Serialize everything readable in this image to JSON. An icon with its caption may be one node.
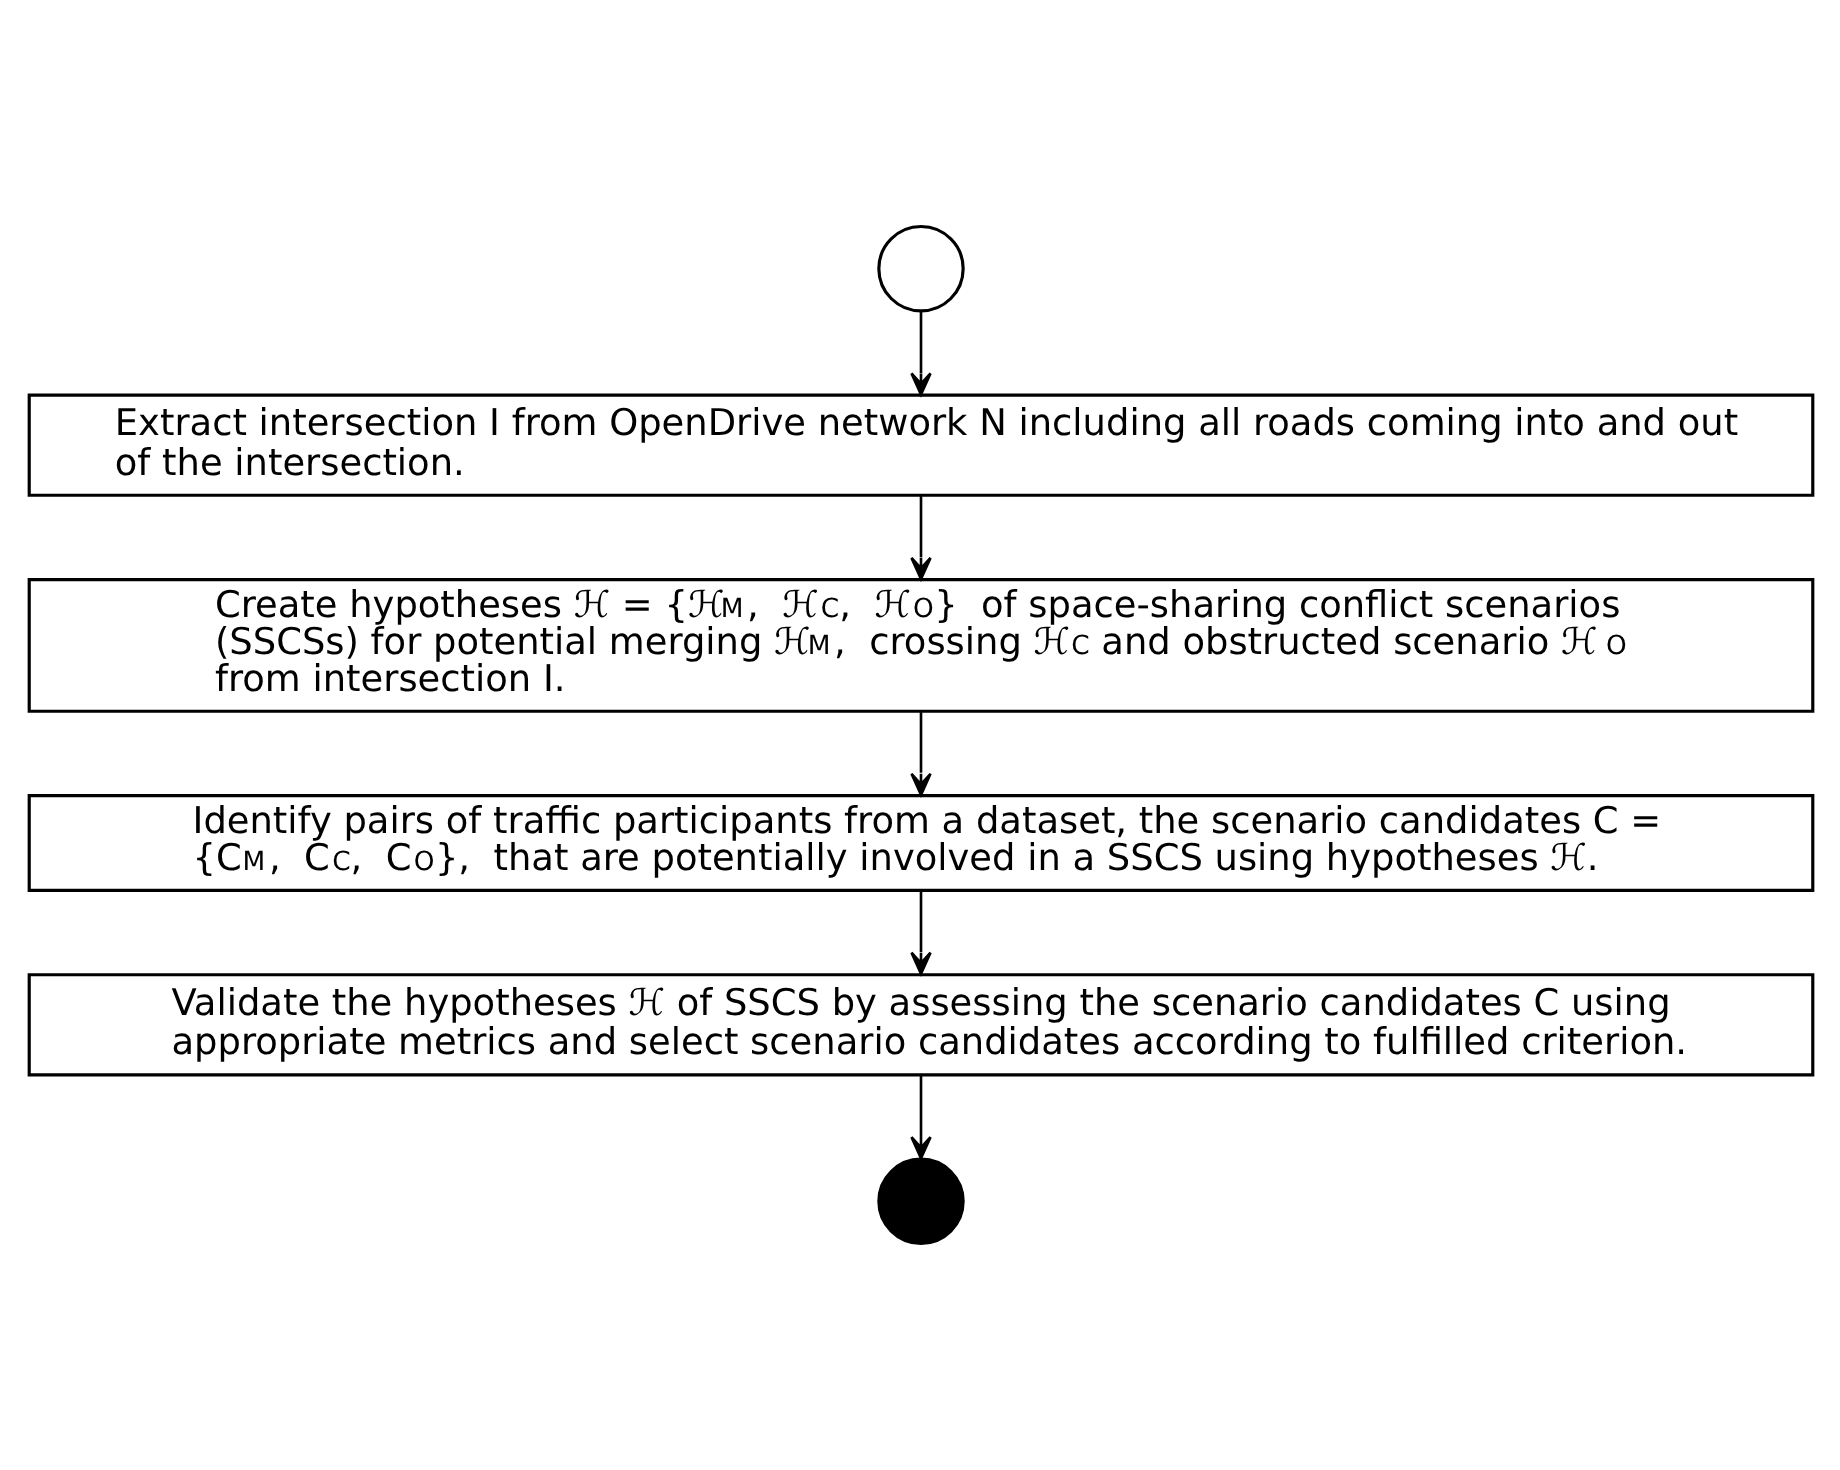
{
  "diagram": {
    "nodes": [
      {
        "text": [],
        "shape": "circle"
      },
      {
        "text": [
          "Extract intersection I from OpenDrive network N including all roads coming into and out of the intersection."
        ]
      },
      {
        "text": [
          "Create hypotheses ℋ = {ℋ$_{M}$, ℋ$_{C}$, ℋ$_{O}$} of space-sharing conflict scenarios (SSCSs) for potential merging ℋ$_{M}$, crossing ℋ$_{C}$ and obstructed scenario ℋ$_{O}$ from intersection I."
        ]
      },
      {
        "text": [
          "Identify pairs of traffic participants from a dataset, the scenario candidates C = {C$_{M}$, C$_{C}$, C$_{O}$}, that are potentially involved in a SSCS using hypotheses ℋ."
        ]
      },
      {
        "text": [
          "Validate the hypotheses ℋ of SSCS by assessing the scenario candidates C using appropriate metrics and select scenario candidates according to fulfilled criterion."
        ]
      },
      {
        "text": [],
        "shape": "dot"
      }
    ],
    "edges": [
      {
        "from": 0,
        "to": 1,
        "arrow": "to"
      },
      {
        "from": 1,
        "to": 2,
        "arrow": "to"
      },
      {
        "from": 2,
        "to": 3,
        "arrow": "to"
      },
      {
        "from": 3,
        "to": 4,
        "arrow": "to"
      },
      {
        "from": 4,
        "to": 5,
        "arrow": "to"
      }
    ]
  }
}
